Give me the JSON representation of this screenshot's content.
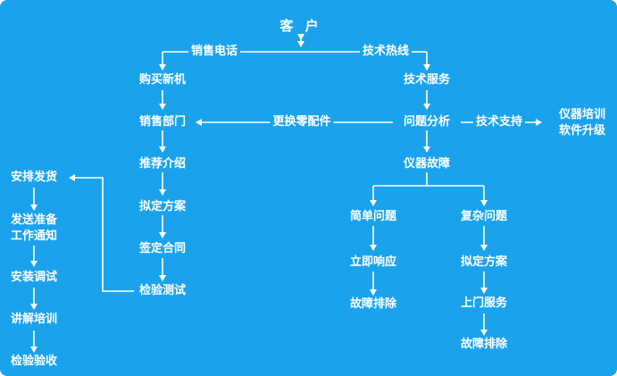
{
  "nodes": {
    "customer": "客 户",
    "sales_phone": "销售电话",
    "tech_hotline": "技术热线",
    "buy_new": "购买新机",
    "tech_service": "技术服务",
    "sales_dept": "销售部门",
    "replace_parts": "更换零配件",
    "problem_analysis": "问题分析",
    "tech_support": "技术支持",
    "instrument_training": "仪器培训",
    "software_upgrade": "软件升级",
    "recommend_intro": "推荐介绍",
    "instrument_fault": "仪器故障",
    "draft_plan_left": "拟定方案",
    "simple_problem": "简单问题",
    "complex_problem": "复杂问题",
    "sign_contract": "签定合同",
    "immediate_response": "立即响应",
    "draft_plan_right": "拟定方案",
    "inspect_test": "检验测试",
    "troubleshoot_a": "故障排除",
    "onsite_service": "上门服务",
    "troubleshoot_b": "故障排除",
    "arrange_shipment": "安排发货",
    "ship_prep_line1": "发送准备",
    "ship_prep_line2": "工作通知",
    "install_debug": "安装调试",
    "explain_training": "讲解培训",
    "inspect_acceptance": "检验验收"
  }
}
